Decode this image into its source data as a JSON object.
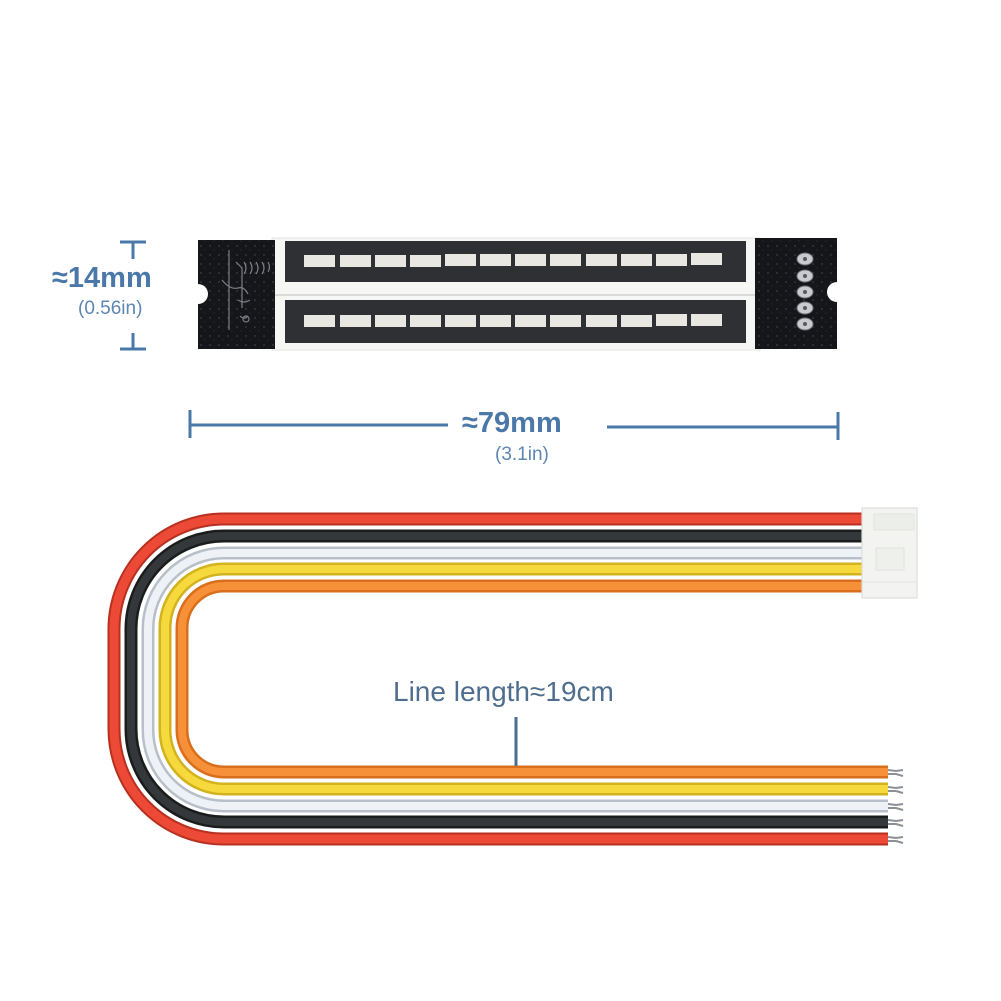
{
  "product": {
    "led_bars": 2,
    "segments_per_bar": 12,
    "pins": 5
  },
  "dimensions": {
    "height": {
      "main": "≈14mm",
      "sub": "(0.56in)"
    },
    "width": {
      "main": "≈79mm",
      "sub": "(3.1in)"
    },
    "cable": {
      "label": "Line length≈19cm"
    }
  },
  "cable": {
    "wires": [
      {
        "name": "red",
        "color": "#ec4a36"
      },
      {
        "name": "black",
        "color": "#2e3030"
      },
      {
        "name": "white",
        "color": "#e4e8ee"
      },
      {
        "name": "yellow",
        "color": "#f3d335"
      },
      {
        "name": "orange",
        "color": "#f38a2e"
      }
    ],
    "connector_color": "#f1f3f0"
  },
  "colors": {
    "annotation": "#4a78a8",
    "pcb": "#17181b",
    "bar_frame": "#2f3034",
    "segment": "#e9e7e2",
    "board_white": "#f6f6f4"
  }
}
